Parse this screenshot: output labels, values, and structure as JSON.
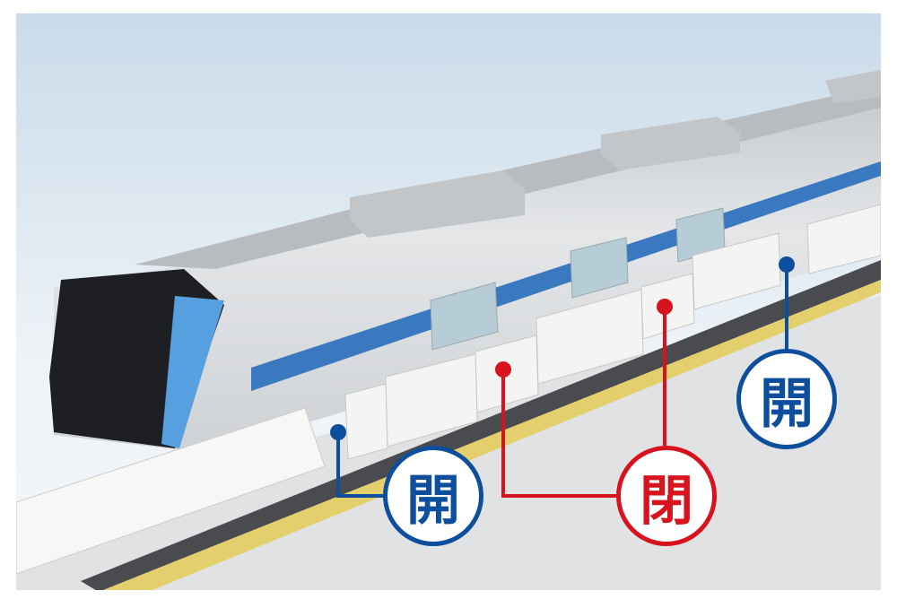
{
  "colors": {
    "open": "#0d4f9c",
    "closed": "#d7141e",
    "stripe": "#3a78c0"
  },
  "callouts": [
    {
      "label": "開",
      "state": "open"
    },
    {
      "label": "閉",
      "state": "closed"
    },
    {
      "label": "開",
      "state": "open"
    }
  ]
}
